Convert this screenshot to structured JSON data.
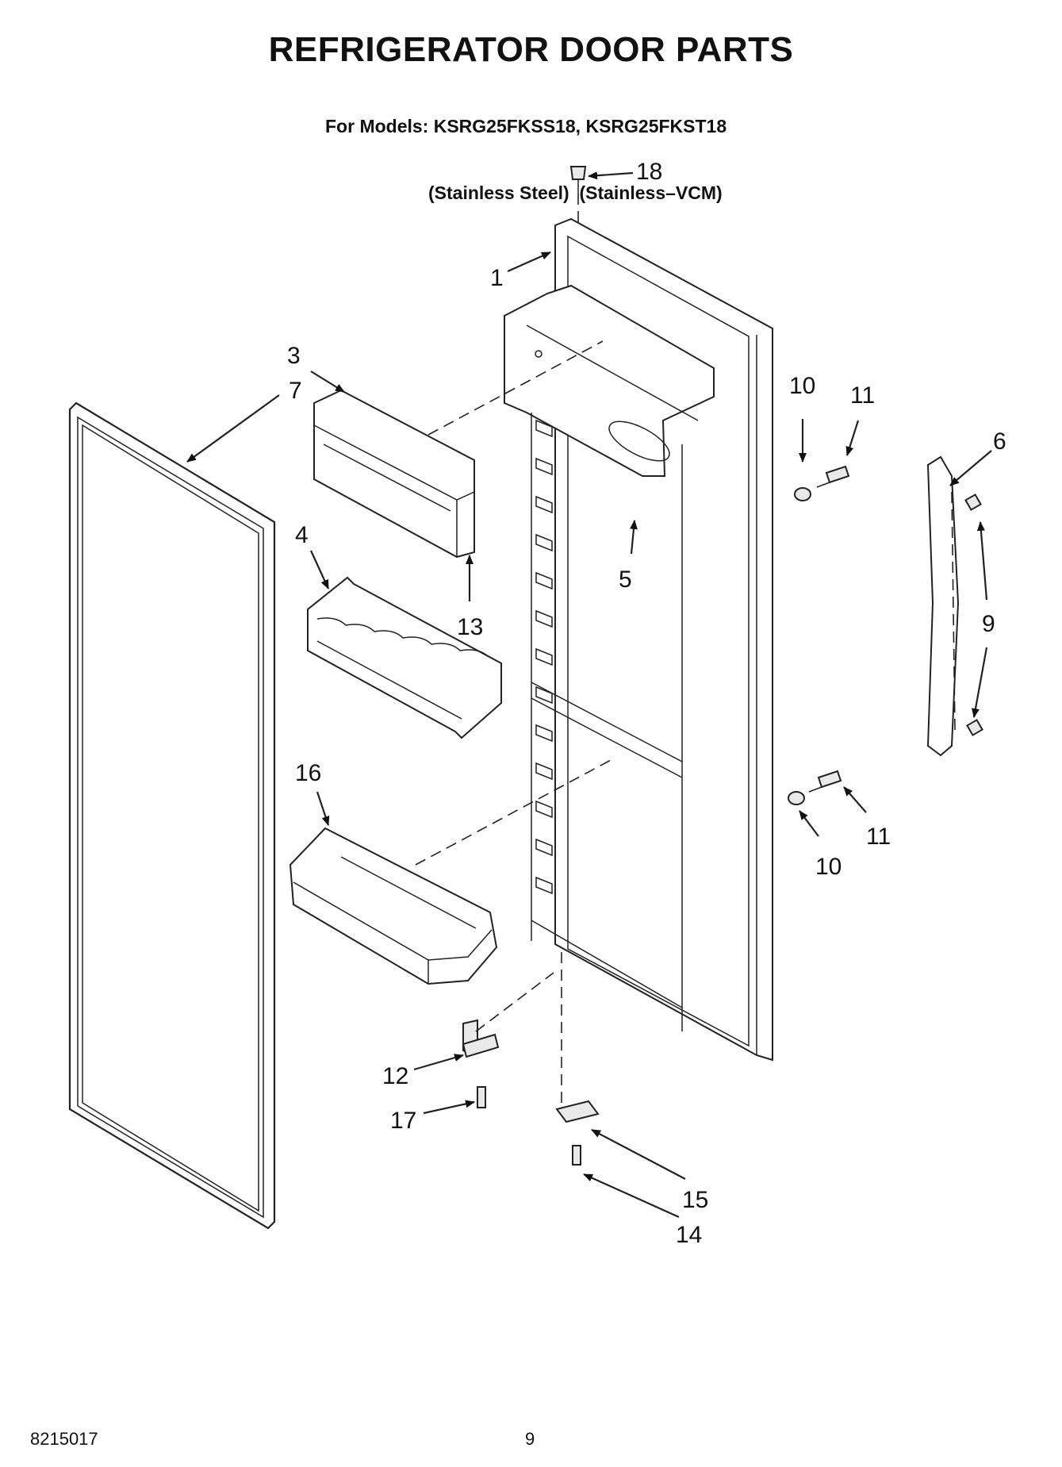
{
  "title": "REFRIGERATOR DOOR PARTS",
  "models_line": "For Models: KSRG25FKSS18, KSRG25FKST18",
  "variants_line": "(Stainless Steel)  (Stainless–VCM)",
  "part_callouts": [
    "18",
    "1",
    "3",
    "7",
    "10",
    "11",
    "6",
    "4",
    "13",
    "5",
    "9",
    "16",
    "11",
    "10",
    "12",
    "17",
    "15",
    "14"
  ],
  "footer": {
    "doc_number": "8215017",
    "page_number": "9"
  }
}
